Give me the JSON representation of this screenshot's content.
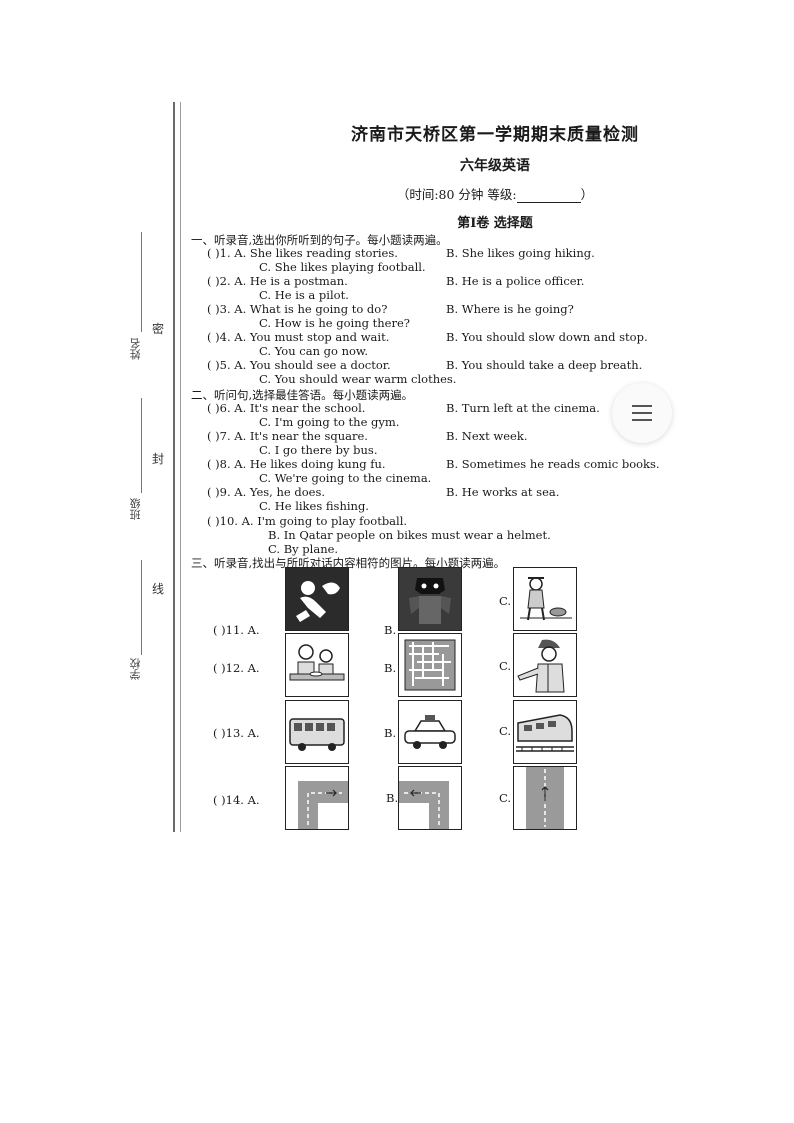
{
  "header": {
    "title": "济南市天桥区第一学期期末质量检测",
    "subtitle": "六年级英语",
    "time_label": "（时间:80 分钟   等级:",
    "time_close": "）",
    "volume": "第Ⅰ卷   选择题"
  },
  "binding": {
    "name_label": "姓名",
    "class_label": "班级",
    "school_label": "学校",
    "seal_1": "密",
    "seal_2": "封",
    "seal_3": "线"
  },
  "section1": {
    "heading": "一、听录音,选出你所听到的句子。每小题读两遍。",
    "questions": [
      {
        "num": "(      )1.",
        "a": "A. She likes reading stories.",
        "b": "B. She likes going hiking.",
        "c": "C. She likes playing football."
      },
      {
        "num": "(      )2.",
        "a": "A. He is a postman.",
        "b": "B. He is a police officer.",
        "c": "C. He is a pilot."
      },
      {
        "num": "(      )3.",
        "a": "A. What is he going to do?",
        "b": "B. Where is he going?",
        "c": "C. How is he going there?"
      },
      {
        "num": "(      )4.",
        "a": "A. You must stop and wait.",
        "b": "B. You should slow down and stop.",
        "c": "C. You can go now."
      },
      {
        "num": "(      )5.",
        "a": "A. You should see a doctor.",
        "b": "B. You should take a deep breath.",
        "c": "C. You should wear warm clothes."
      }
    ]
  },
  "section2": {
    "heading": "二、听问句,选择最佳答语。每小题读两遍。",
    "questions": [
      {
        "num": "(      )6.",
        "a": "A. It's near the school.",
        "b": "B. Turn left at the cinema.",
        "c": "C. I'm going to the gym."
      },
      {
        "num": "(      )7.",
        "a": "A. It's near the square.",
        "b": "B. Next week.",
        "c": "C. I go there by bus."
      },
      {
        "num": "(      )8.",
        "a": "A. He likes doing kung fu.",
        "b": "B. Sometimes he reads comic books.",
        "c": "C. We're going to the cinema."
      },
      {
        "num": "(      )9.",
        "a": "A. Yes, he does.",
        "b": "B. He works at sea.",
        "c": "C. He likes fishing."
      }
    ],
    "q10": {
      "num": "(      )10.",
      "a": "A. I'm going to play football.",
      "b": "B. In Qatar people on bikes must wear a helmet.",
      "c": "C. By plane."
    }
  },
  "section3": {
    "heading": "三、听录音,找出与所听对话内容相符的图片。每小题读两遍。",
    "rows": [
      {
        "num": "(      )11. A.",
        "b": "B.",
        "c": "C.",
        "pics": [
          "dancing-figure",
          "superhero",
          "man-with-dog"
        ]
      },
      {
        "num": "(      )12. A.",
        "b": "B.",
        "c": "C.",
        "pics": [
          "family-at-table",
          "maze-map",
          "police-officer"
        ]
      },
      {
        "num": "(      )13. A.",
        "b": "B.",
        "c": "C.",
        "pics": [
          "bus",
          "taxi",
          "train"
        ]
      },
      {
        "num": "(      )14. A.",
        "b": "B.",
        "c": "C.",
        "pics": [
          "turn-right-road",
          "turn-left-road",
          "straight-road"
        ]
      }
    ]
  }
}
